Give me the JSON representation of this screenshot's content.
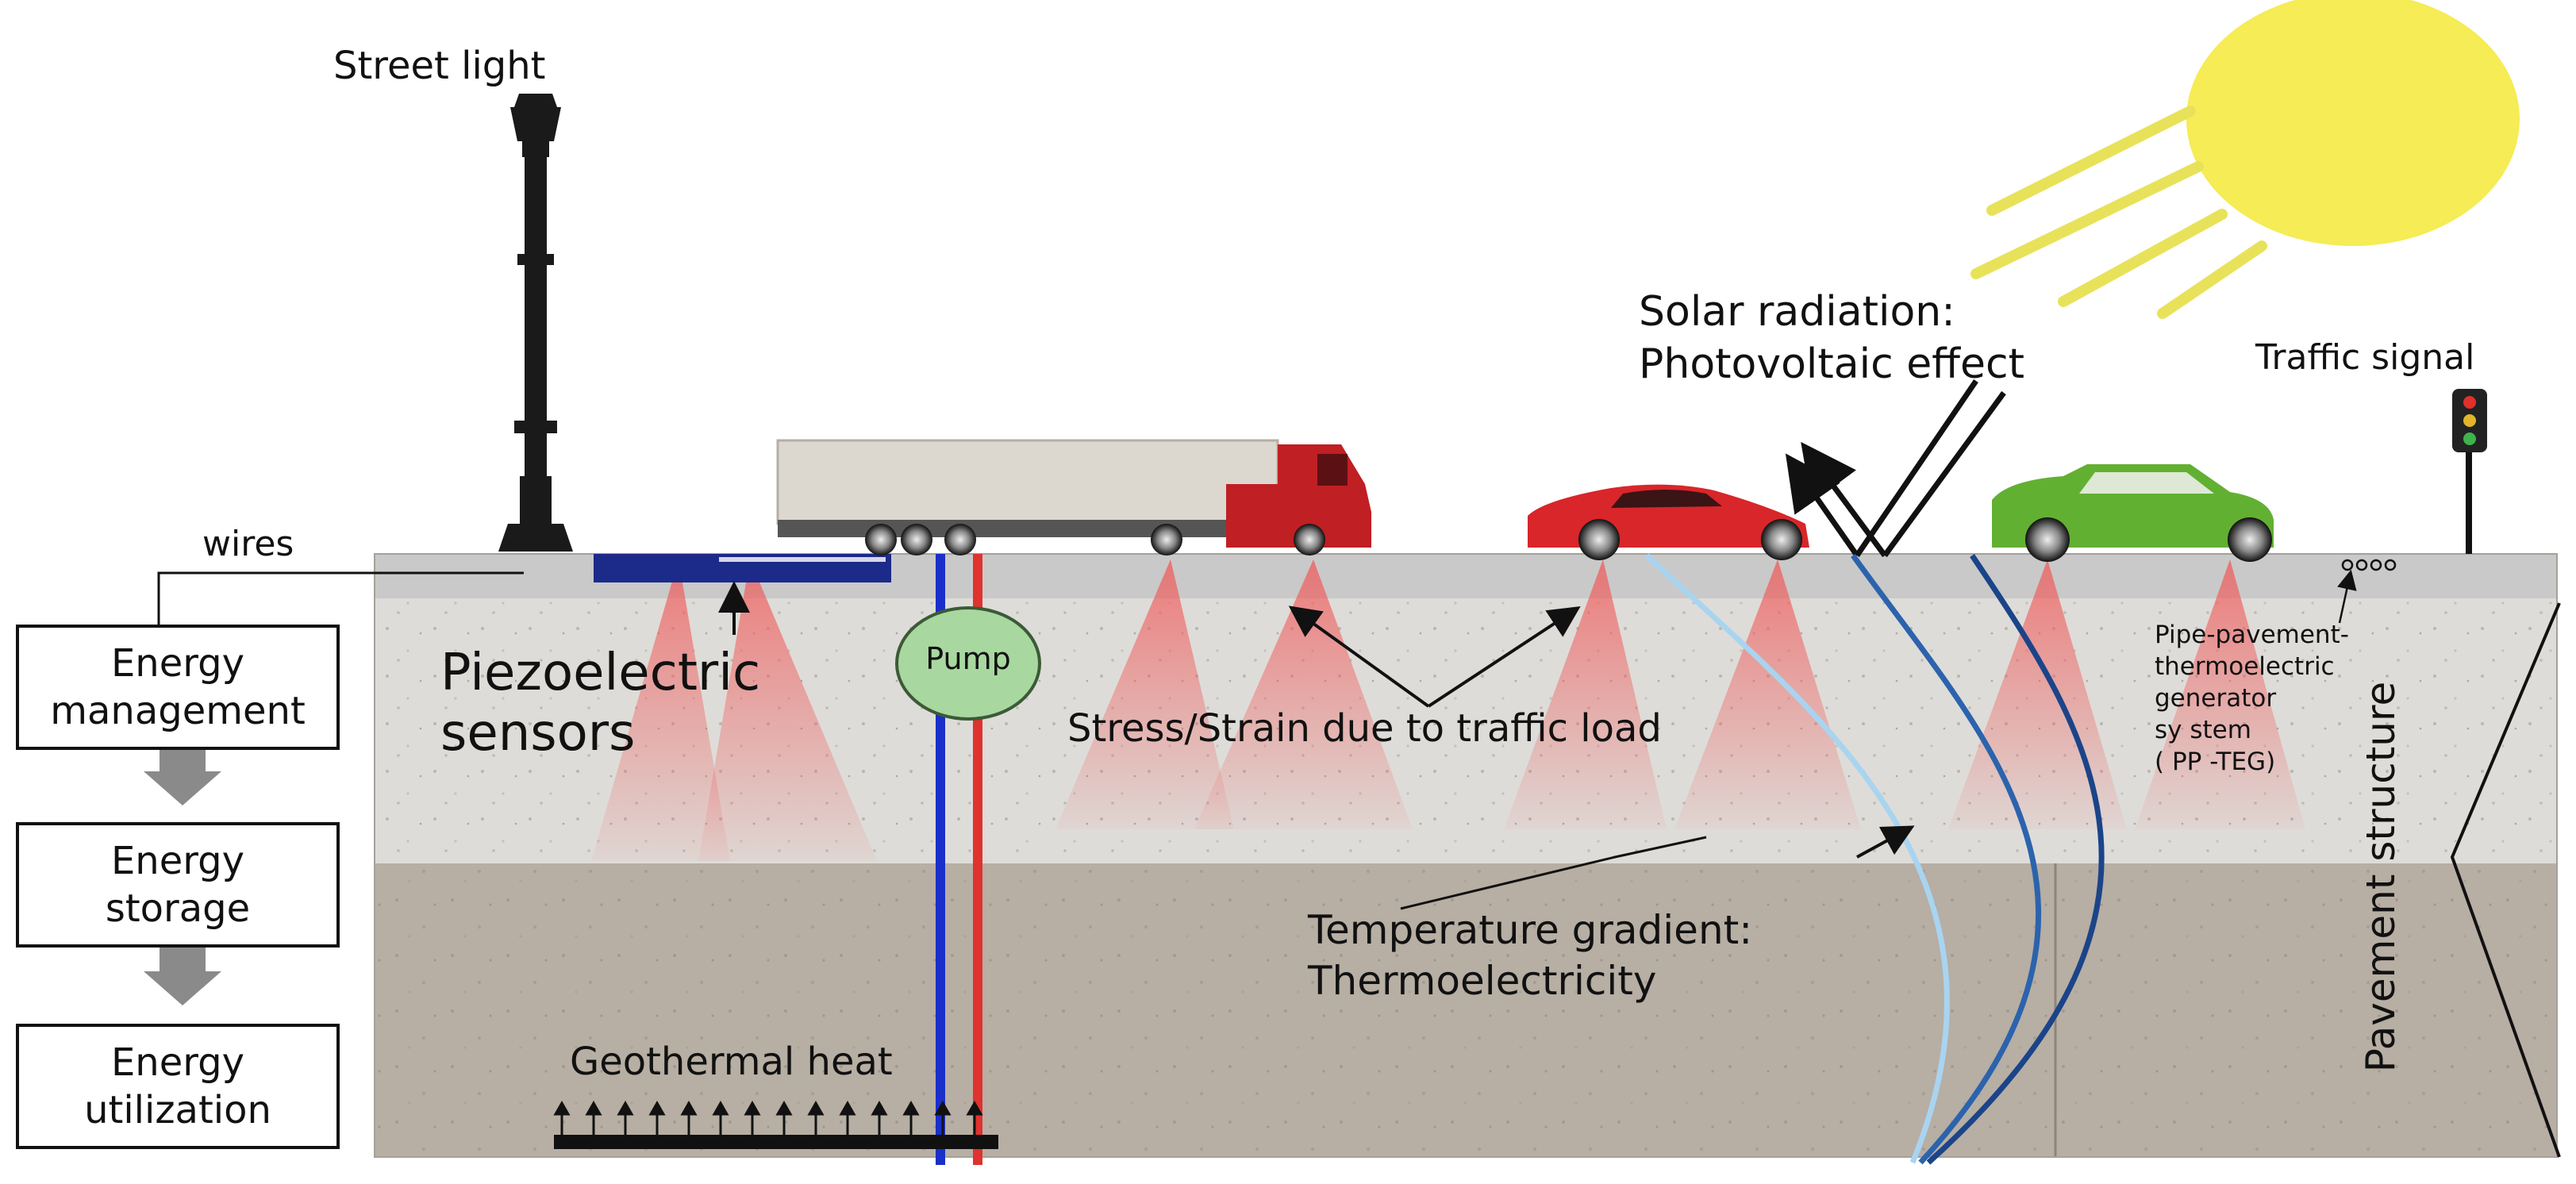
{
  "labels": {
    "street_light": "Street light",
    "wires": "wires",
    "piezo": "Piezoelectric\nsensors",
    "pump": "Pump",
    "stress": "Stress/Strain due to traffic load",
    "solar": "Solar radiation:\nPhotovoltaic effect",
    "traffic_signal": "Traffic signal",
    "pp_teg": "Pipe-pavement-\nthermoelectric\ngenerator\nsy stem\n( PP -TEG)",
    "temperature": "Temperature gradient:\nThermoelectricity",
    "geothermal": "Geothermal heat",
    "pavement_structure": "Pavement structure"
  },
  "energy_flow": [
    {
      "id": "management",
      "label": "Energy\nmanagement"
    },
    {
      "id": "storage",
      "label": "Energy\nstorage"
    },
    {
      "id": "utilization",
      "label": "Energy\nutilization"
    }
  ],
  "colors": {
    "sun": "#f5ec56",
    "sun_rays": "#e8e25a",
    "road_surface": "#c9c9c9",
    "base_layer": "#dedcd8",
    "subgrade": "#b7aea4",
    "stress_cone": "#f06a6a",
    "piezo_plate": "#1c2a8a",
    "pipe_cold": "#1a2fc9",
    "pipe_hot": "#e0322e",
    "pump_fill": "#a8d8a0",
    "truck_cab": "#c01f24",
    "red_car": "#d8262a",
    "green_car": "#62b032"
  }
}
